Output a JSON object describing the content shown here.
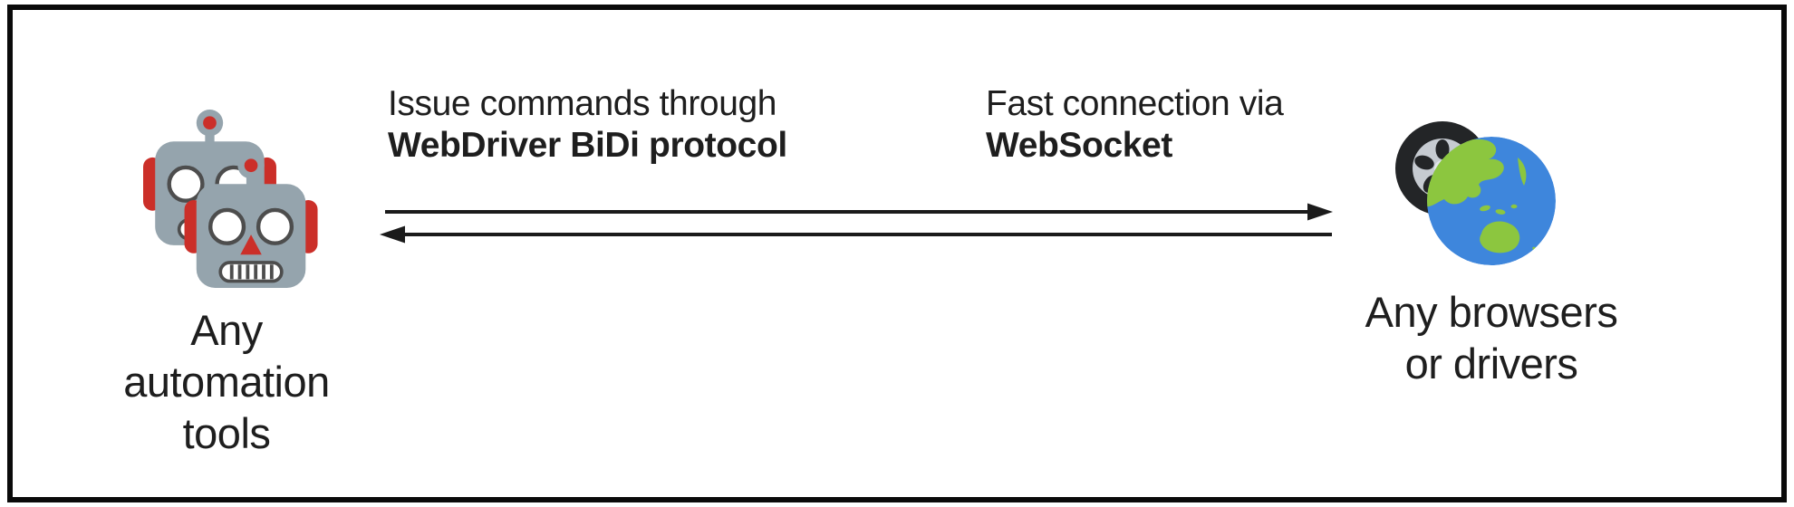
{
  "diagram": {
    "left_node": {
      "icon": "robots-icon",
      "label_lines": [
        "Any",
        "automation",
        "tools"
      ]
    },
    "right_node": {
      "icon": "globe-tire-icon",
      "label_lines": [
        "Any browsers",
        "or drivers"
      ]
    },
    "captions": {
      "left": {
        "line1": "Issue commands through",
        "line2": "WebDriver BiDi protocol"
      },
      "right": {
        "line1": "Fast connection via",
        "line2": "WebSocket"
      }
    },
    "arrows": {
      "direction": "bidirectional",
      "top": "left-to-right",
      "bottom": "right-to-left"
    }
  },
  "colors": {
    "text": "#1e1e1e",
    "border": "#0a0a0a",
    "arrow": "#1b1b1b",
    "robot_gray": "#95a4ad",
    "robot_red": "#cb2f29",
    "robot_eye_ring": "#4d4d4d",
    "tire_dark": "#232527",
    "tire_alloy": "#c6cbd1",
    "tire_hub": "#e2e6e9",
    "globe_blue": "#3e86dc",
    "globe_green": "#8cc63f"
  }
}
